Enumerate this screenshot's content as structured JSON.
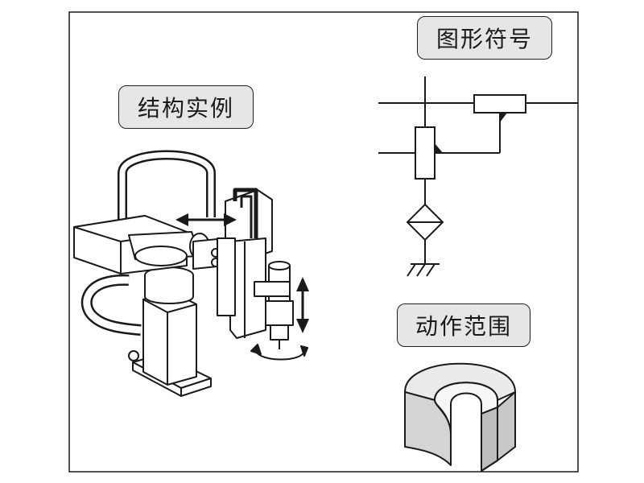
{
  "labels": {
    "graphic_symbol": "图形符号",
    "structure_example": "结构实例",
    "motion_range": "动作范围"
  },
  "colors": {
    "line": "#1a1a1a",
    "label_fill": "#e6e6e6",
    "solid_fill": "#d9d9d9",
    "solid_dark": "#bdbdbd"
  },
  "icons": {
    "robot": "scara-horizontal-articulated-robot",
    "symbol": "articulated-arm-schematic-symbol",
    "range": "c-shaped-annular-work-envelope"
  }
}
